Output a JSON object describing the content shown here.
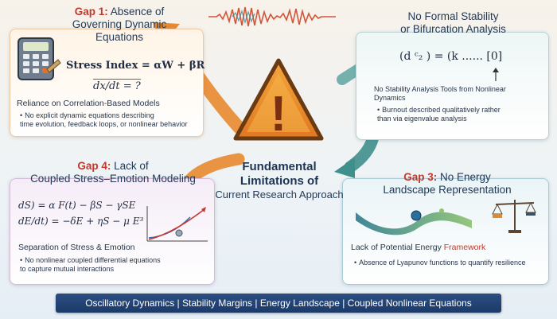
{
  "center": {
    "title_line1": "Fundamental",
    "title_line2": "Limitations of",
    "subtitle": "Current Research Approach"
  },
  "gap1": {
    "title_bold": "Gap 1:",
    "title_rest": " Absence of",
    "title_line2": "Governing Dynamic",
    "title_line3": "Equations",
    "equation1": "Stress Index = αW + βR",
    "equation2": "dx/dt = ?",
    "point1": "Reliance on Correlation-Based Models",
    "bullet1_line1": "No explicit dynamic equations describing",
    "bullet1_line2": "time evolution, feedback loops, or nonlinear behavior"
  },
  "gap2": {
    "title_line1": "No Formal Stability",
    "title_line2": "or Bifurcation Analysis",
    "matrix": "(d ᶜ₂ ) = (k ...... [0]",
    "point1_line1": "No Stability Analysis Tools from Nonlinear",
    "point1_line2": "Dynamics",
    "bullet1_line1": "Burnout described qualitatively rather",
    "bullet1_line2": "than via eigenvalue analysis"
  },
  "gap4": {
    "title_bold": "Gap 4:",
    "title_rest": " Lack of",
    "title_line2": "Coupled Stress–Emotion Modeling",
    "equation1": "dS) = α F(t) − βS − γSE",
    "equation2": "dE/dt) = −δE + ηS − μ E³",
    "point1": "Separation of Stress & Emotion",
    "bullet1_line1": "No nonlinear coupled differential equations",
    "bullet1_line2": "to capture mutual interactions"
  },
  "gap3": {
    "title_bold": "Gap 3:",
    "title_rest": " No Energy",
    "title_line2": "Landscape Representation",
    "point1_plain": "Lack of Potential Energy ",
    "point1_red": "Framework",
    "bullet1": "Absence of Lyapunov functions to quantify resilience"
  },
  "banner": {
    "text": "Oscillatory Dynamics | Stability Margins | Energy Landscape | Coupled Nonlinear Equations"
  },
  "warning_symbol": "!",
  "colors": {
    "orange": "#e8892f",
    "teal": "#3f8f8c",
    "navy": "#1d3554",
    "red": "#c0392b",
    "banner": "#24467a"
  }
}
